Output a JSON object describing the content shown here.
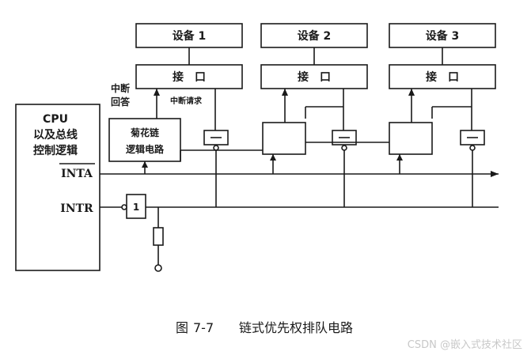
{
  "devices": [
    {
      "device_label": "设备 1",
      "interface_label": "接　口"
    },
    {
      "device_label": "设备 2",
      "interface_label": "接　口"
    },
    {
      "device_label": "设备 3",
      "interface_label": "接　口"
    }
  ],
  "cpu": {
    "line1": "CPU",
    "line2": "以及总线",
    "line3": "控制逻辑"
  },
  "daisy_chain": {
    "line1": "菊花链",
    "line2": "逻辑电路"
  },
  "labels": {
    "interrupt_ack_line1": "中断",
    "interrupt_ack_line2": "回答",
    "interrupt_request": "中断请求",
    "inta": "INTA",
    "intr": "INTR",
    "gate_one": "1"
  },
  "caption": {
    "figure_prefix": "图",
    "figure_number": "7-7",
    "title": "链式优先权排队电路"
  },
  "watermark": "CSDN @嵌入式技术社区"
}
